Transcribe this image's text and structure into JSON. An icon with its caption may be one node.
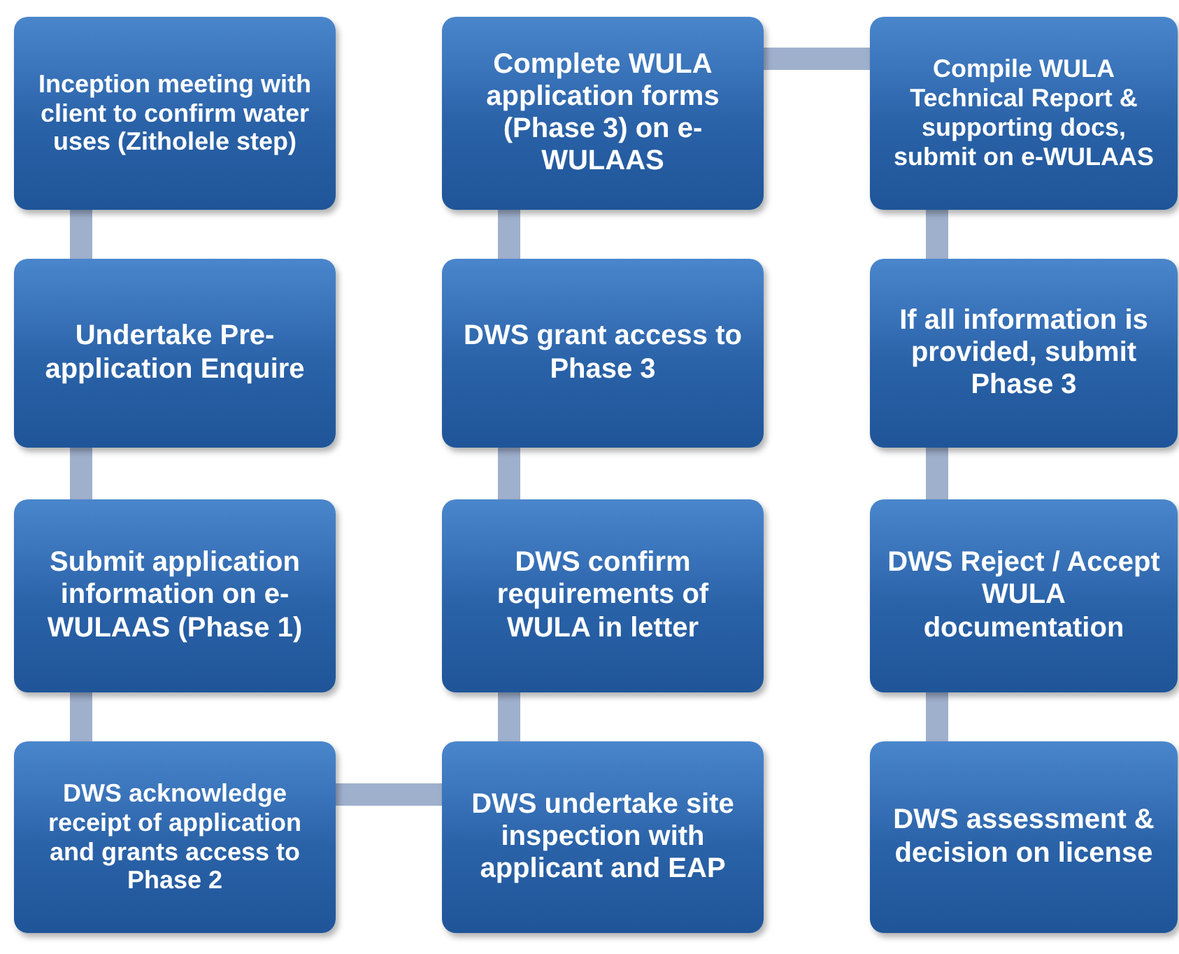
{
  "diagram": {
    "nodes": [
      {
        "text": [
          "Inception meeting with client to confirm water uses (Zitholele step)"
        ]
      },
      {
        "text": [
          "Undertake Pre-application Enquire"
        ]
      },
      {
        "text": [
          "Submit application information on e-WULAAS (Phase 1)"
        ]
      },
      {
        "text": [
          "DWS acknowledge receipt of application and grants access to Phase 2"
        ]
      },
      {
        "text": [
          "DWS undertake site inspection with applicant and EAP"
        ]
      },
      {
        "text": [
          "DWS confirm requirements of WULA in letter"
        ]
      },
      {
        "text": [
          "DWS grant access to Phase 3"
        ]
      },
      {
        "text": [
          "Complete WULA application forms (Phase 3) on e-WULAAS"
        ]
      },
      {
        "text": [
          "Compile WULA Technical Report & supporting docs, submit on e-WULAAS"
        ]
      },
      {
        "text": [
          "If all information is provided, submit Phase 3"
        ]
      },
      {
        "text": [
          "DWS Reject / Accept WULA documentation"
        ]
      },
      {
        "text": [
          "DWS assessment & decision on license"
        ]
      }
    ],
    "edges": [
      {
        "from": 0,
        "to": 1,
        "arrow": "none"
      },
      {
        "from": 1,
        "to": 2,
        "arrow": "none"
      },
      {
        "from": 2,
        "to": 3,
        "arrow": "none"
      },
      {
        "from": 3,
        "to": 4,
        "arrow": "none"
      },
      {
        "from": 4,
        "to": 5,
        "arrow": "none"
      },
      {
        "from": 5,
        "to": 6,
        "arrow": "none"
      },
      {
        "from": 6,
        "to": 7,
        "arrow": "none"
      },
      {
        "from": 7,
        "to": 8,
        "arrow": "none"
      },
      {
        "from": 8,
        "to": 9,
        "arrow": "none"
      },
      {
        "from": 9,
        "to": 10,
        "arrow": "none"
      },
      {
        "from": 10,
        "to": 11,
        "arrow": "none"
      }
    ]
  }
}
